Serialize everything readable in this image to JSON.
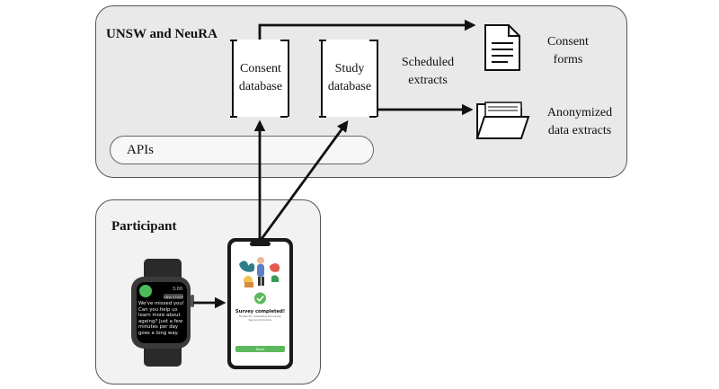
{
  "unsw_panel": {
    "title": "UNSW and NeuRA"
  },
  "participant_panel": {
    "title": "Participant"
  },
  "consent_db": {
    "label": "Consent\ndatabase"
  },
  "study_db": {
    "label": "Study\ndatabase"
  },
  "apis": {
    "label": "APIs"
  },
  "scheduled_extracts": {
    "label": "Scheduled\nextracts"
  },
  "consent_forms": {
    "label": "Consent\nforms",
    "icon": "document-icon"
  },
  "anonymized_extracts": {
    "label": "Anonymized\ndata extracts",
    "icon": "folder-icon"
  },
  "watch": {
    "time": "3:00",
    "app_label": "UNW STUDY",
    "message": "We've missed you! Can you help us learn more about ageing? Just a few minutes per day goes a long way."
  },
  "phone": {
    "survey_title": "Survey completed!",
    "survey_subtitle": "Thanks for completing the survey. See you tomorrow.",
    "button_label": "Done",
    "accent": "#5cb85c"
  }
}
